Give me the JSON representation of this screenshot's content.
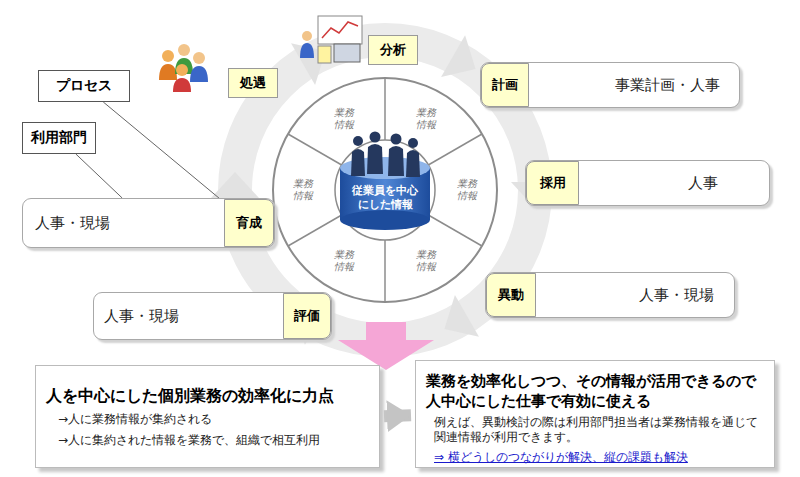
{
  "diagram": {
    "nodes": [
      {
        "text": [
          "プロセス"
        ]
      },
      {
        "text": [
          "利用部門"
        ]
      },
      {
        "text": [
          "処遇"
        ]
      },
      {
        "text": [
          "分析"
        ]
      },
      {
        "text": [
          "事業計画・人事"
        ]
      },
      {
        "text": [
          "計画"
        ],
        "in": 4
      },
      {
        "text": [
          "人事・現場"
        ]
      },
      {
        "text": [
          "育成"
        ],
        "in": 6
      },
      {
        "text": [
          "従業員を中心 にした情報"
        ]
      },
      {
        "text": [
          "業務 情報"
        ]
      },
      {
        "text": [
          "業務 情報"
        ]
      },
      {
        "text": [
          "業務 情報"
        ]
      },
      {
        "text": [
          "業務 情報"
        ]
      },
      {
        "text": [
          "業務 情報"
        ]
      },
      {
        "text": [
          "業務 情報"
        ]
      },
      {
        "text": [
          "人事"
        ]
      },
      {
        "text": [
          "採用"
        ],
        "in": 15
      },
      {
        "text": [
          "人事・現場"
        ]
      },
      {
        "text": [
          "評価"
        ],
        "in": 17
      },
      {
        "text": [
          "人事・現場"
        ]
      },
      {
        "text": [
          "異動"
        ],
        "in": 19
      },
      {
        "text": [
          "人を中心にした個別業務の効率化に力点",
          "→人に業務情報が集約される",
          "→人に集約された情報を業務で、組織で相互利用"
        ]
      },
      {
        "text": [
          "業務を効率化しつつ、その情報が活用できるので 人中心にした仕事で有効に使える",
          "例えば、異動検討の際は利用部門担当者は業務情報を通じて 関連情報が利用できます。",
          "⇒ 横どうしのつながりが解決、縦の課題も解決"
        ]
      }
    ],
    "edges": [
      {
        "from": 0,
        "to": 7,
        "arrow": "none"
      },
      {
        "from": 1,
        "to": 6,
        "arrow": "none"
      },
      {
        "from": 21,
        "to": 22,
        "arrow": "to"
      }
    ]
  }
}
